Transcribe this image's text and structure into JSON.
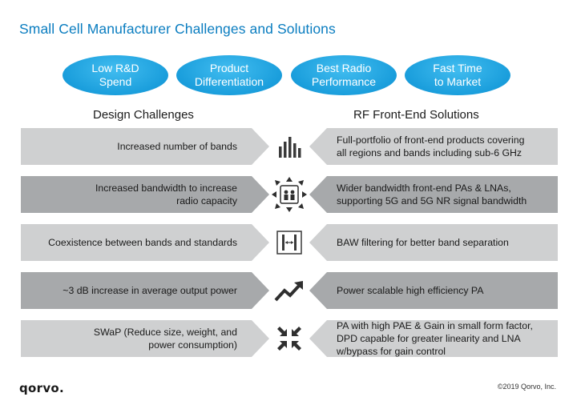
{
  "title": "Small Cell Manufacturer Challenges and Solutions",
  "goals": [
    "Low R&D\nSpend",
    "Product\nDifferentiation",
    "Best Radio\nPerformance",
    "Fast Time\nto Market"
  ],
  "headers": {
    "left": "Design Challenges",
    "right": "RF Front-End Solutions"
  },
  "rows": [
    {
      "challenge": "Increased number of bands",
      "solution": "Full-portfolio of front-end products covering\nall regions and bands including sub-6 GHz",
      "icon": "bar-chart-icon",
      "shade": "light"
    },
    {
      "challenge": "Increased bandwidth to increase\nradio capacity",
      "solution": "Wider bandwidth front-end PAs & LNAs,\nsupporting 5G and 5G NR signal bandwidth",
      "icon": "expand-arrows-icon",
      "shade": "dark"
    },
    {
      "challenge": "Coexistence between bands and standards",
      "solution": "BAW filtering for better band separation",
      "icon": "band-separation-icon",
      "shade": "light"
    },
    {
      "challenge": "~3 dB increase in average output power",
      "solution": "Power scalable high efficiency PA",
      "icon": "trend-up-icon",
      "shade": "dark"
    },
    {
      "challenge": "SWaP (Reduce size, weight, and\npower consumption)",
      "solution": "PA with high PAE & Gain in small form factor,\nDPD capable for greater linearity and LNA\nw/bypass for gain control",
      "icon": "compress-arrows-icon",
      "shade": "light"
    }
  ],
  "logo": "qorvo.",
  "copyright": "©2019 Qorvo, Inc."
}
